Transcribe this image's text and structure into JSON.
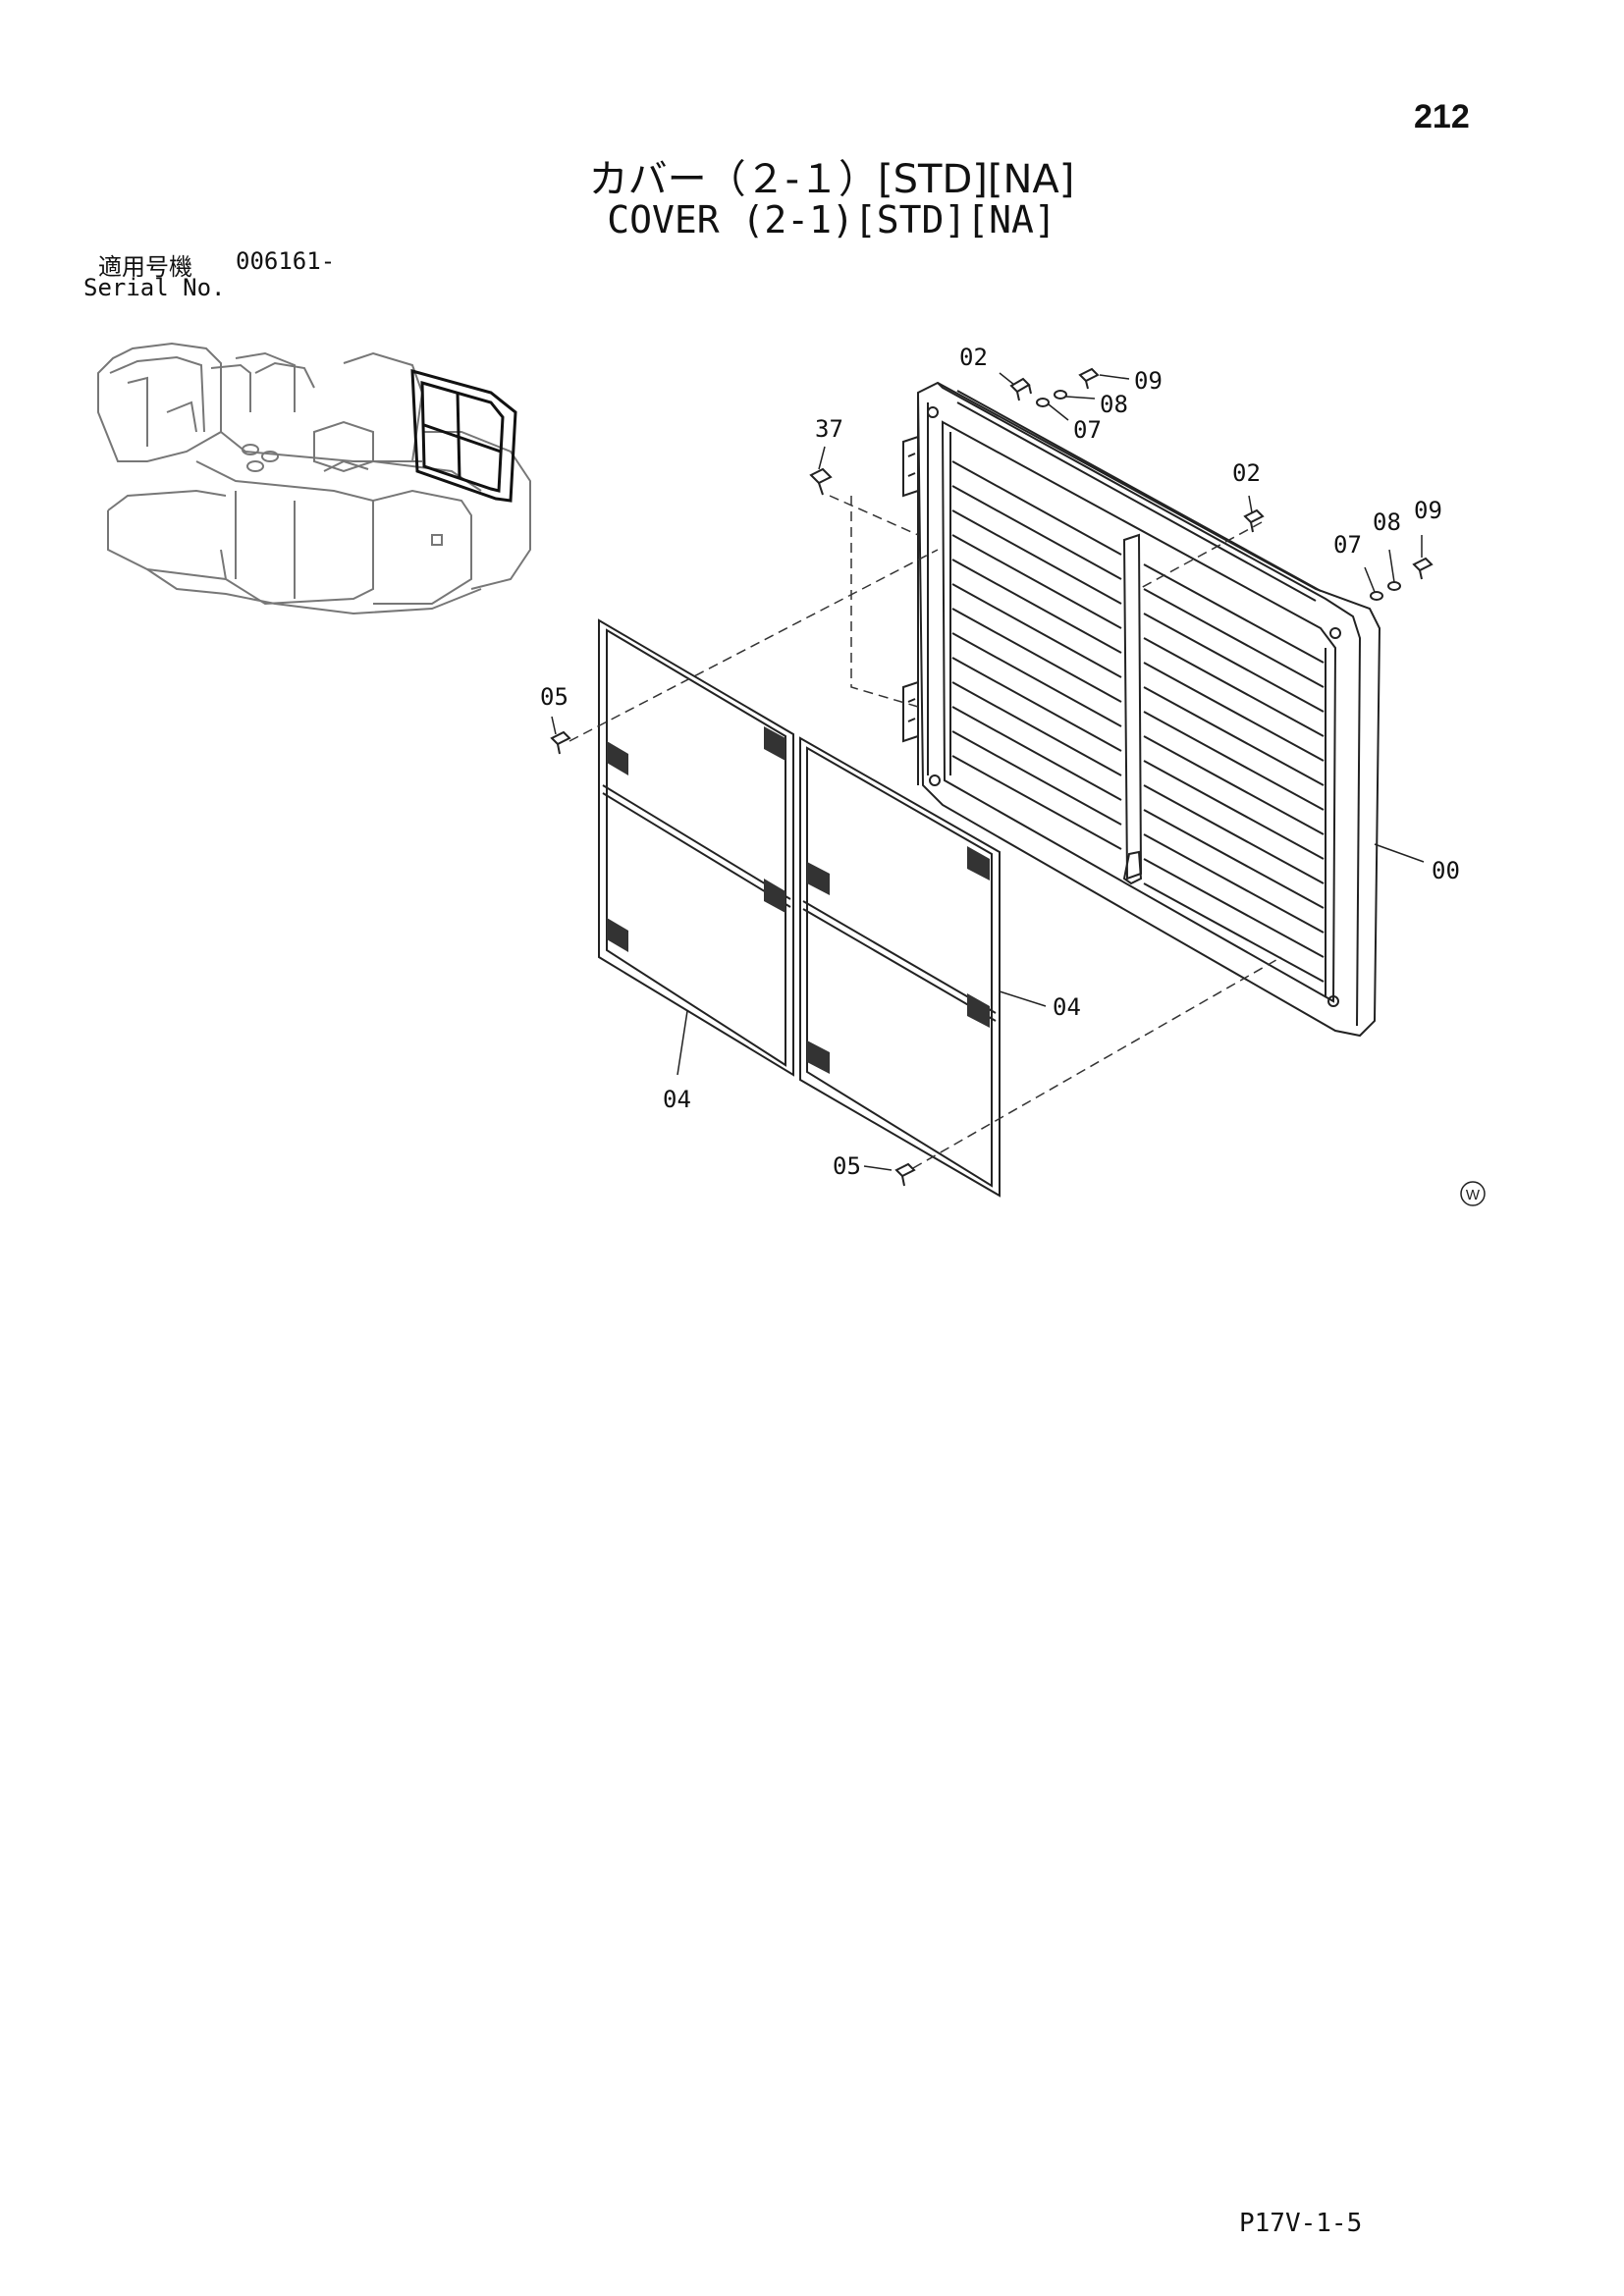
{
  "page_number": "212",
  "title_jp": "カバー（２-１）[STD][NA]",
  "title_en": "COVER (2-1)[STD][NA]",
  "serial": {
    "label_jp": "適用号機",
    "label_en": "Serial No.",
    "value": "006161-"
  },
  "callouts": {
    "c00": "00",
    "c02_top": "02",
    "c02_right": "02",
    "c04_right": "04",
    "c04_bottom": "04",
    "c05_left": "05",
    "c05_bottom": "05",
    "c07_top": "07",
    "c07_right": "07",
    "c08_top": "08",
    "c08_right": "08",
    "c09_top": "09",
    "c09_right": "09",
    "c37": "37"
  },
  "mark": "W",
  "footer_code": "P17V-1-5"
}
